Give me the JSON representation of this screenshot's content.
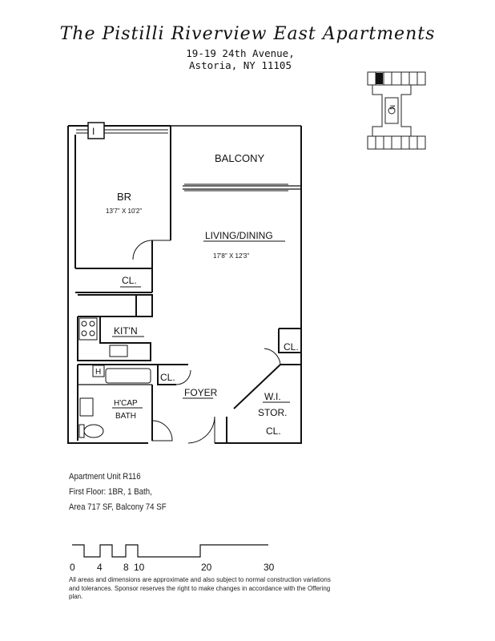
{
  "header": {
    "title": "The Pistilli Riverview East Apartments",
    "address_line1": "19-19 24th Avenue,",
    "address_line2": "Astoria, NY 11105"
  },
  "rooms": {
    "balcony": "BALCONY",
    "br": "BR",
    "br_dims": "13'7\" X 10'2\"",
    "living": "LIVING/DINING",
    "living_dims": "17'8\" X 12'3\"",
    "closet_br": "CL.",
    "kitchen": "KIT'N",
    "closet_living": "CL.",
    "closet_bath": "CL.",
    "foyer": "FOYER",
    "bath_line1": "H'CAP",
    "bath_line2": "BATH",
    "wi_line1": "W.I.",
    "wi_line2": "STOR.",
    "closet_stor": "CL.",
    "heater_mark": "H",
    "column_mark": "I"
  },
  "key_plan": {
    "north_mark": "N"
  },
  "unit_info": {
    "line1": "Apartment Unit R116",
    "line2": "First Floor: 1BR, 1 Bath,",
    "line3": "Area 717 SF, Balcony 74 SF"
  },
  "scale": {
    "ticks": [
      "0",
      "4",
      "8",
      "10",
      "20",
      "30"
    ]
  },
  "disclaimer": "All areas and dimensions are approximate and also subject to normal construction variations and tolerances. Sponsor reserves the right to make changes in accordance with the Offering plan."
}
